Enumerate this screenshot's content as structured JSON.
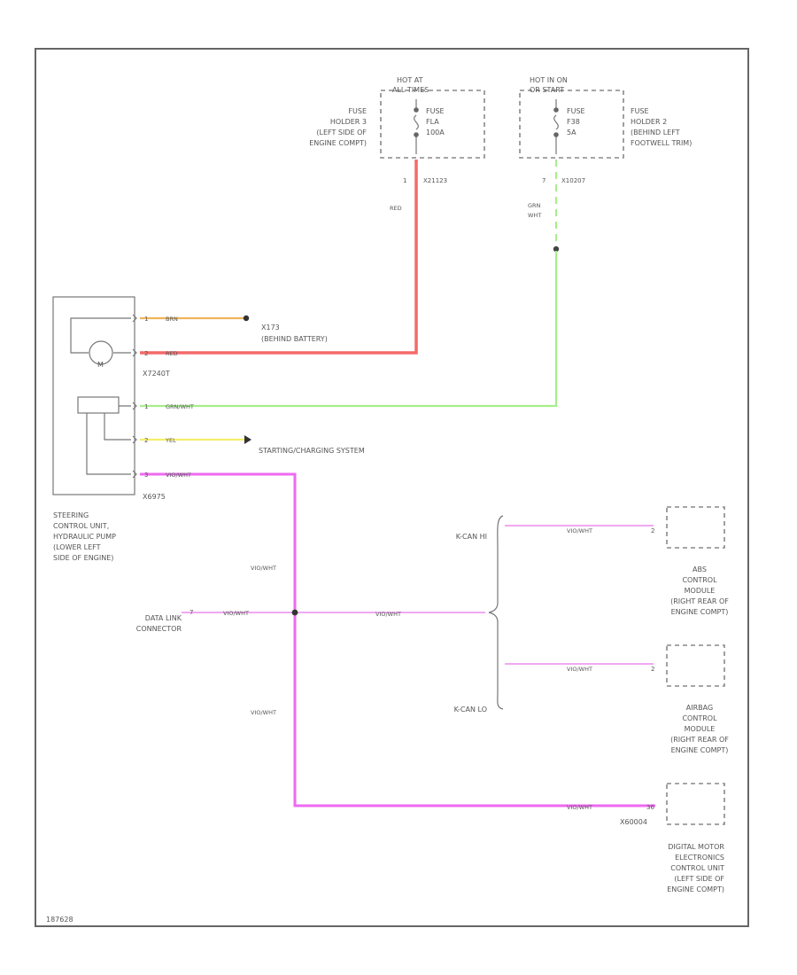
{
  "diagram_id": "187628",
  "colors": {
    "red": "#f46a6a",
    "green": "#a6ee8c",
    "orange": "#f0b45a",
    "yellow": "#f4ee6a",
    "violet": "#ee6af0",
    "violet_light": "#f1a8f2"
  },
  "fuse1": {
    "hot_label": [
      "HOT AT",
      "ALL TIMES"
    ],
    "fuse_label": [
      "FUSE",
      "FLA",
      "100A"
    ],
    "holder_label": [
      "FUSE",
      "HOLDER 3",
      "(LEFT SIDE OF",
      "ENGINE COMPT)"
    ],
    "pin": "1",
    "connector": "X21123",
    "wire": "RED"
  },
  "fuse2": {
    "hot_label": [
      "HOT IN ON",
      "OR START"
    ],
    "fuse_label": [
      "FUSE",
      "F38",
      "5A"
    ],
    "holder_label": [
      "FUSE",
      "HOLDER 2",
      "(BEHIND LEFT",
      "FOOTWELL TRIM)"
    ],
    "pin": "7",
    "connector": "X10207",
    "wire": [
      "GRN",
      "WHT"
    ]
  },
  "pump": {
    "motor": "M",
    "connector_top": "X7240T",
    "connector_bottom": "X6975",
    "label": [
      "STEERING",
      "CONTROL UNIT,",
      "HYDRAULIC PUMP",
      "(LOWER LEFT",
      "SIDE OF ENGINE)"
    ],
    "pins": [
      {
        "num": "1",
        "wire": "BRN"
      },
      {
        "num": "2",
        "wire": "RED"
      },
      {
        "num": "1",
        "wire": "GRN/WHT"
      },
      {
        "num": "2",
        "wire": "YEL"
      },
      {
        "num": "3",
        "wire": "VIO/WHT"
      }
    ]
  },
  "ground": {
    "name": "X173",
    "location": "(BEHIND BATTERY)"
  },
  "starting": "STARTING/CHARGING SYSTEM",
  "dlc": {
    "label": [
      "DATA LINK",
      "CONNECTOR"
    ],
    "pin": "7",
    "wire": "VIO/WHT"
  },
  "bus_labels": {
    "up": "VIO/WHT",
    "down": "VIO/WHT",
    "horizontal": "VIO/WHT",
    "kcan_hi": "K-CAN HI",
    "kcan_lo": "K-CAN LO"
  },
  "modules": [
    {
      "label": [
        "ABS",
        "CONTROL",
        "MODULE",
        "(RIGHT REAR OF",
        "ENGINE COMPT)"
      ],
      "wire": "VIO/WHT",
      "pin": "2",
      "connector": ""
    },
    {
      "label": [
        "AIRBAG",
        "CONTROL",
        "MODULE",
        "(RIGHT REAR OF",
        "ENGINE COMPT)"
      ],
      "wire": "VIO/WHT",
      "pin": "2",
      "connector": ""
    },
    {
      "label": [
        "DIGITAL MOTOR",
        "ELECTRONICS",
        "CONTROL UNIT",
        "(LEFT SIDE OF",
        "ENGINE COMPT)"
      ],
      "wire": "VIO/WHT",
      "pin": "36",
      "connector": "X60004"
    }
  ]
}
